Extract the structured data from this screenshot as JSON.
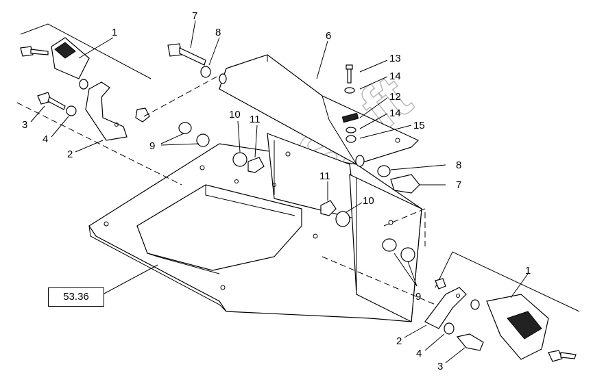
{
  "watermark": "AutoSoft",
  "reference_box": "53.36",
  "callouts": {
    "c1a": "1",
    "c1b": "1",
    "c2a": "2",
    "c2b": "2",
    "c3a": "3",
    "c3b": "3",
    "c4a": "4",
    "c4b": "4",
    "c6": "6",
    "c7a": "7",
    "c7b": "7",
    "c8a": "8",
    "c8b": "8",
    "c9a": "9",
    "c9b": "9",
    "c10a": "10",
    "c10b": "10",
    "c11a": "11",
    "c11b": "11",
    "c12": "12",
    "c13": "13",
    "c14a": "14",
    "c14b": "14",
    "c15": "15"
  }
}
